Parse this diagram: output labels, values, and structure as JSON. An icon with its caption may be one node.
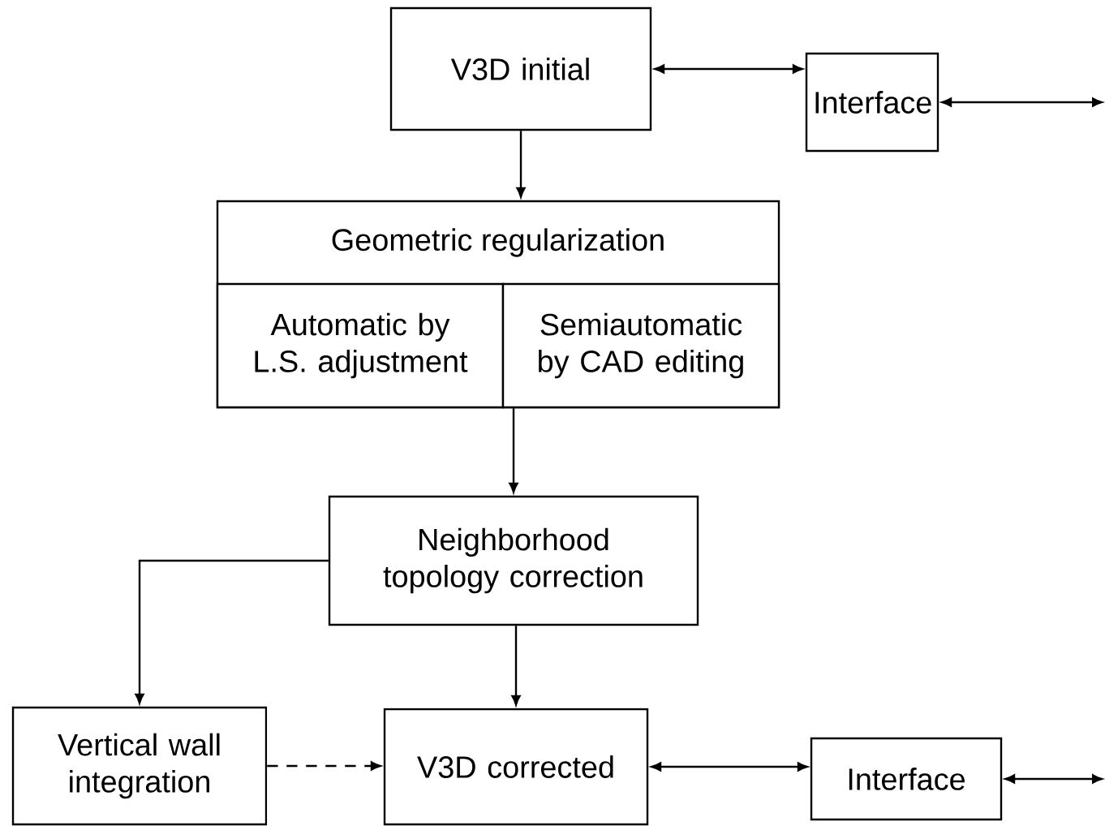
{
  "diagram": {
    "nodes": [
      {
        "text": [
          "V3D initial"
        ]
      },
      {
        "text": [
          "Interface"
        ]
      },
      {
        "text": [
          "Geometric regularization"
        ]
      },
      {
        "text": [
          "Automatic by L.S. adjustment"
        ],
        "in": 2
      },
      {
        "text": [
          "Semiautomatic by CAD editing"
        ],
        "in": 2
      },
      {
        "text": [
          "Neighborhood topology correction"
        ]
      },
      {
        "text": [
          "Vertical wall integration"
        ]
      },
      {
        "text": [
          "V3D corrected"
        ]
      },
      {
        "text": [
          "Interface"
        ]
      }
    ],
    "edges": [
      {
        "from": 0,
        "to": 1,
        "arrow": "both"
      },
      {
        "from": 1,
        "to": null,
        "arrow": "both"
      },
      {
        "from": 0,
        "to": 2,
        "arrow": "to"
      },
      {
        "from": 2,
        "to": 5,
        "arrow": "to"
      },
      {
        "from": 5,
        "to": 6,
        "arrow": "to"
      },
      {
        "from": 5,
        "to": 7,
        "arrow": "to"
      },
      {
        "from": 6,
        "to": 7,
        "arrow": "to",
        "style": "dashed"
      },
      {
        "from": 7,
        "to": 8,
        "arrow": "both"
      },
      {
        "from": 8,
        "to": null,
        "arrow": "both"
      }
    ]
  }
}
